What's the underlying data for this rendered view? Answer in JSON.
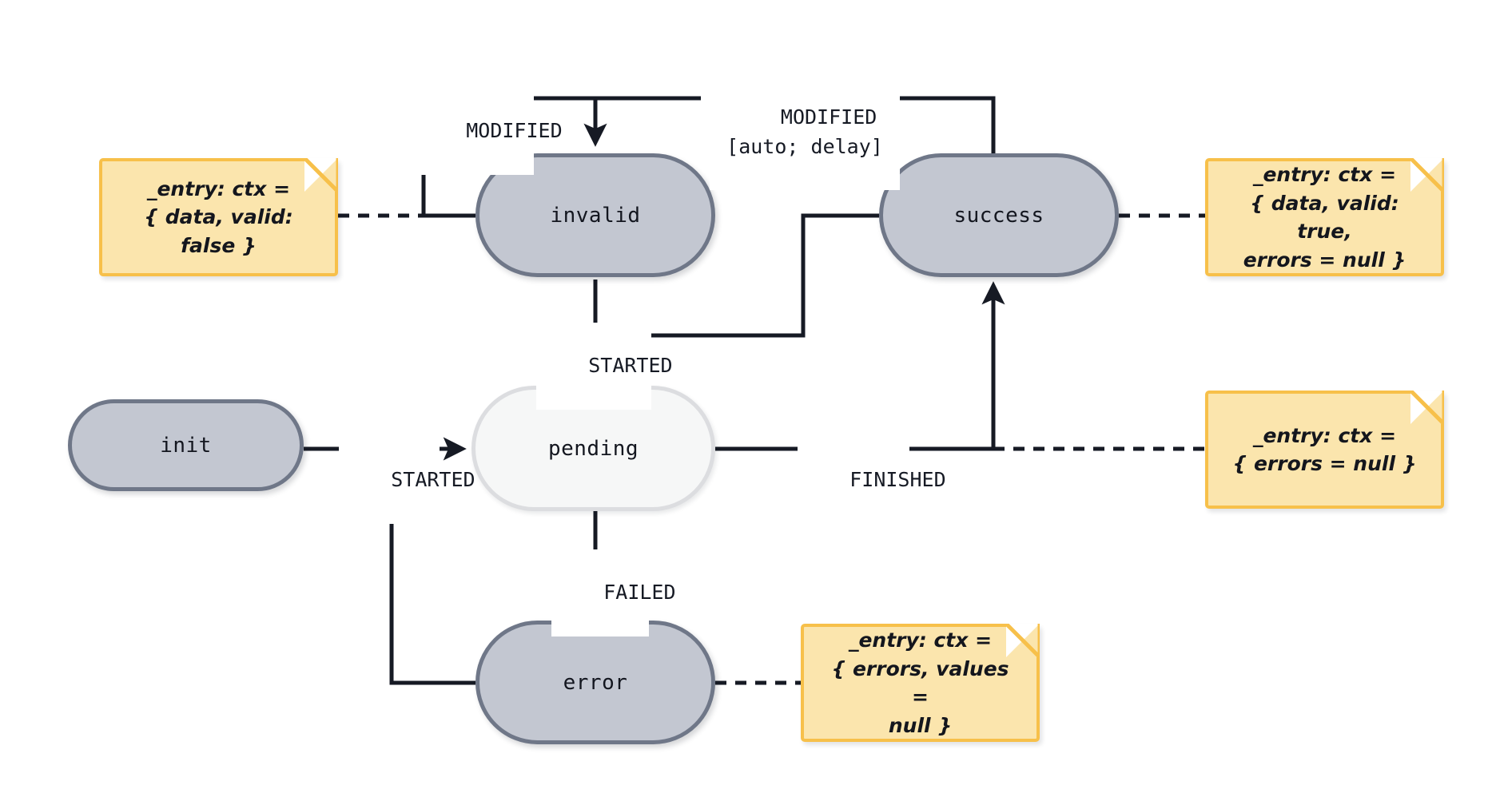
{
  "diagram": {
    "type": "state-machine",
    "title": "",
    "background": "#ffffff",
    "colors": {
      "node_fill": "#c3c7d1",
      "node_border": "#6f7788",
      "node_fill_active": "#f6f7f7",
      "node_border_active": "#dcdde0",
      "note_fill": "#fbe5ad",
      "note_border": "#f7c04a",
      "edge": "#161a24",
      "text": "#13161f"
    }
  },
  "states": [
    {
      "id": "init",
      "label": "init",
      "style": "filled"
    },
    {
      "id": "invalid",
      "label": "invalid",
      "style": "filled"
    },
    {
      "id": "pending",
      "label": "pending",
      "style": "hollow"
    },
    {
      "id": "success",
      "label": "success",
      "style": "filled"
    },
    {
      "id": "error",
      "label": "error",
      "style": "filled"
    }
  ],
  "transitions": [
    {
      "id": "t1",
      "from": "invalid",
      "to": "invalid",
      "label": "MODIFIED"
    },
    {
      "id": "t2",
      "from": "success",
      "to": "invalid",
      "label": "MODIFIED\n[auto; delay]"
    },
    {
      "id": "t3",
      "from": "invalid",
      "to": "pending",
      "label": "STARTED"
    },
    {
      "id": "t4",
      "from": "init",
      "to": "pending",
      "label": "STARTED"
    },
    {
      "id": "t5",
      "from": "pending",
      "to": "success",
      "label": "FINISHED"
    },
    {
      "id": "t6",
      "from": "pending",
      "to": "error",
      "label": "FAILED"
    }
  ],
  "notes": [
    {
      "id": "n1",
      "attached_to": "invalid",
      "text": "_entry: ctx =\n{ data, valid:\nfalse }"
    },
    {
      "id": "n2",
      "attached_to": "success",
      "text": "_entry: ctx =\n{ data, valid: true,\nerrors = null }"
    },
    {
      "id": "n3",
      "attached_to": "pending",
      "text": "_entry: ctx =\n{ errors = null }"
    },
    {
      "id": "n4",
      "attached_to": "error",
      "text": "_entry: ctx =\n{ errors, values =\nnull }"
    }
  ],
  "labels": {
    "modified": "MODIFIED",
    "modified_auto_delay": "MODIFIED\n[auto; delay]",
    "started_invalid_pending": "STARTED",
    "started_init_pending": "STARTED",
    "finished": "FINISHED",
    "failed": "FAILED"
  }
}
